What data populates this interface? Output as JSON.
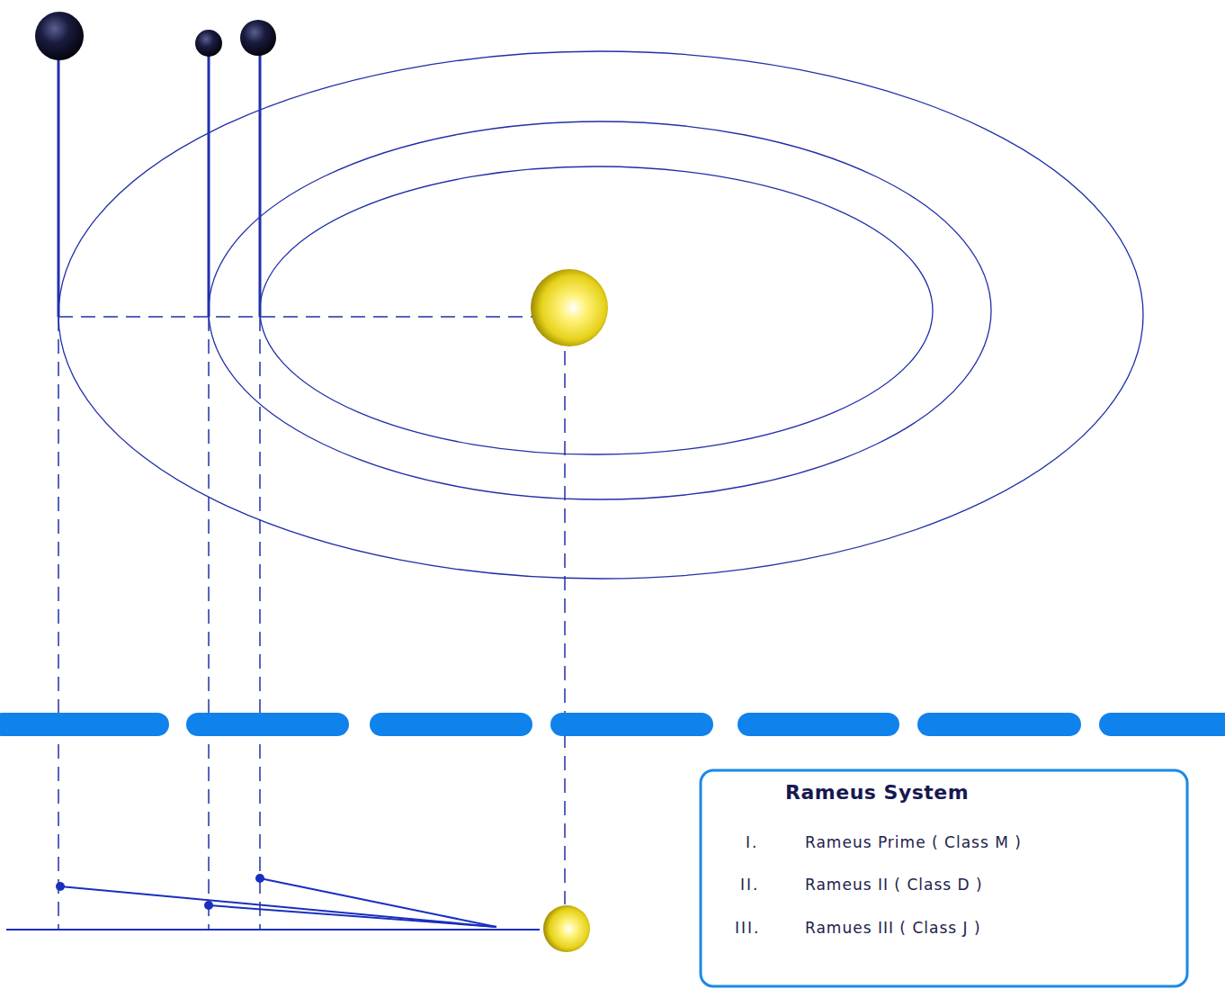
{
  "diagram": {
    "nodes": [
      {
        "text": [
          "Rameus System",
          "I.",
          "Rameus Prime ( Class M )",
          "II.",
          "Rameus II ( Class D )",
          "III.",
          "Ramues III ( Class J )"
        ]
      }
    ]
  }
}
